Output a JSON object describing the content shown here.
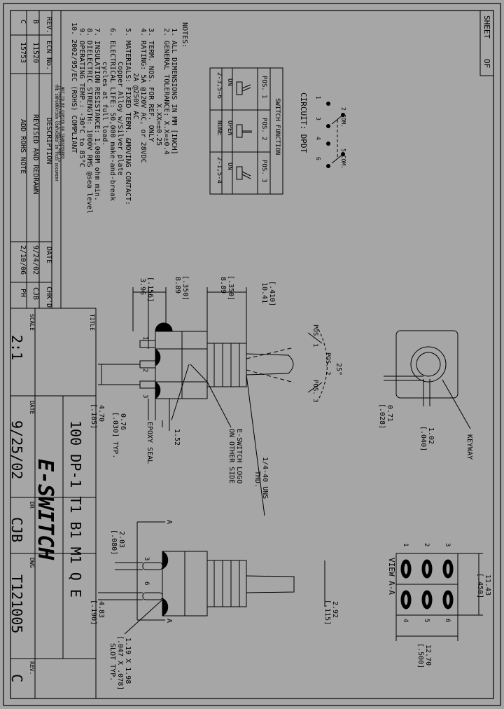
{
  "sheet": {
    "label": "SHEET",
    "of": "OF"
  },
  "notes": {
    "heading": "NOTES:",
    "lines": [
      "1. ALL DIMENSIONS IN MM [INCH]",
      "2. GENERAL TOLERANCE: X.X=±0.4",
      "X.XX=±0.25",
      "3. TERM. NOS. FOR REF. ONLY",
      "4. RATING: 5A @120V AC, or 28VDC",
      "2A @250V AC",
      "5. MATERIALS: FIXED TERM. &MOVING CONTACT:",
      "Copper Alloy w/Silver plate",
      "6. ELECTRICAL LIFE: 50,000 make-and-break",
      "cycles at full load.",
      "7. INSULATION RESISTANCE: 1,000M ohm min.",
      "8. DIELECTRIC STRENGTH: 1000V RMS @sea level",
      "9. OPERATING TEMP.: -30°C to 85°C",
      "10. 2002/95/EC (ROHS) COMPLIANT"
    ]
  },
  "revisions": {
    "headers": [
      "REV.",
      "ECN No.",
      "DESCRIPTION",
      "DATE",
      "CHK'D"
    ],
    "rows": [
      [
        "C",
        "15753",
        "ADD ROHS NOTE",
        "2/10/06",
        "PH"
      ],
      [
        "B",
        "11520",
        "REVISED AND REDRAWN",
        "9/24/02",
        "CJB"
      ]
    ],
    "proprietary": [
      "THE INFORMATION CONTAINED IN THIS DOCUMENT",
      "IS PROPRIETARY TO E-SWITCH AND IS",
      "NOT TO BE COPIED OR TRANSFERRED"
    ]
  },
  "circuit": {
    "title": "CIRCUIT: DPDT",
    "table_title": "SWITCH FUNCTION",
    "columns": [
      "POS. 1",
      "POS. 2",
      "POS. 3"
    ],
    "on_row": [
      "2-3,5-6",
      "NONE",
      "2-1,5-4"
    ],
    "state_row": [
      "ON",
      "OPEN",
      "ON"
    ],
    "labels": {
      "c2": "2 COM.",
      "c5": "5 COM.",
      "n1": "1",
      "n3": "3",
      "n4": "4",
      "n6": "6"
    }
  },
  "side_view": {
    "dims": {
      "d1041": "10.41",
      "d1041i": "[.410]",
      "d889a": "8.89",
      "d889ai": "[.350]",
      "d889b": "8.89",
      "d889bi": "[.350]",
      "d396": "3.96",
      "d396i": "[.156]",
      "d470": "4.70",
      "d470i": "[.185]",
      "d076": "0.76",
      "d076i": "[.030] TYP.",
      "d152": "1.52"
    },
    "pos": [
      "POS. 1",
      "POS. 2",
      "POS. 3"
    ],
    "angle": "25°",
    "terms": [
      "1",
      "2",
      "3"
    ],
    "epoxy": "EPOXY SEAL",
    "logo_note": [
      "E-SWITCH LOGO",
      "ON OTHER SIDE"
    ],
    "thread": [
      "1/4-40 UNS",
      "THD."
    ]
  },
  "front_view": {
    "dims": {
      "d071": "0.71",
      "d071i": "[.028]",
      "d102": "1.02",
      "d102i": "[.040]"
    },
    "keyway": "KEYWAY"
  },
  "bottom_view": {
    "dims": {
      "d203": "2.03",
      "d203i": "[.080]",
      "d483": "4.83",
      "d483i": "[.190]",
      "d292": "2.92",
      "d292i": "[.115]",
      "slot": "1.19 X 1.98",
      "sloti": "[.047 X .078]",
      "slott": "SLOT TYP."
    },
    "section": "A",
    "terms": [
      "3",
      "6"
    ]
  },
  "view_aa": {
    "title": "VIEW A-A",
    "top_nums": [
      "1",
      "2",
      "3"
    ],
    "bot_nums": [
      "4",
      "5",
      "6"
    ],
    "d1143": "11.43",
    "d1143i": "[.450]",
    "d1270": "12.70",
    "d1270i": "[.500]"
  },
  "title_block": {
    "title_label": "TITLE",
    "title": "100 DP-1 T1 B1 M1 Q E",
    "scale_label": "SCALE",
    "scale": "2:1",
    "date_label": "DATE",
    "date": "9/25/02",
    "dr_label": "DR",
    "dr": "CJB",
    "dwg_label": "DWG",
    "dwg": "T121005",
    "rev_label": "REV.",
    "rev": "C",
    "logo": "E-SWITCH"
  }
}
